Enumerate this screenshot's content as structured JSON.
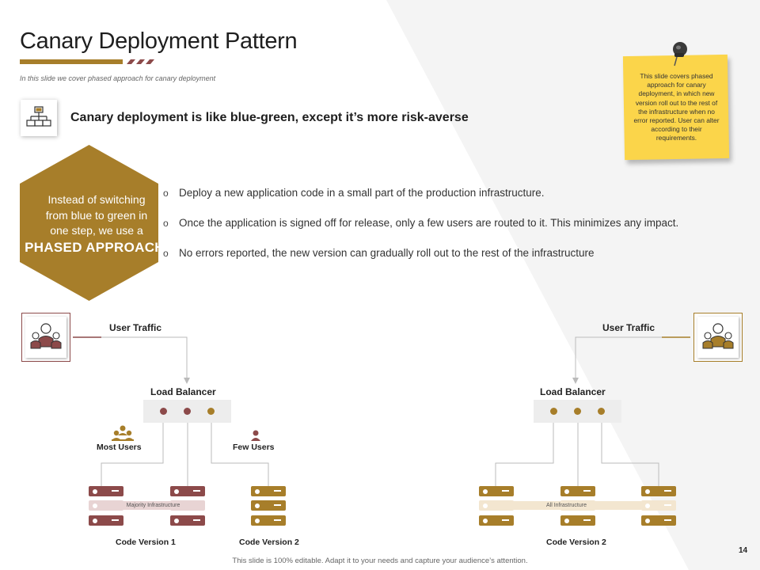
{
  "colors": {
    "gold": "#a77e2a",
    "maroon": "#8c4a4a",
    "note_yellow": "#fbd54a",
    "gray_band": "#ededed"
  },
  "header": {
    "title": "Canary Deployment Pattern",
    "subtitle": "In this slide we cover phased approach for canary deployment"
  },
  "headline": {
    "icon": "network-icon",
    "text": "Canary deployment is like blue-green, except it’s more risk-averse"
  },
  "hexagon": {
    "text": "Instead of switching from blue to green in one step, we use a",
    "emphasis": "PHASED APPROACH."
  },
  "bullets": [
    {
      "marker": "o",
      "text": "Deploy a new application code in a small part of the production infrastructure."
    },
    {
      "marker": "o",
      "text": "Once the application is signed off for release, only a few users are routed to it. This minimizes any impact."
    },
    {
      "marker": "o",
      "text": "No errors reported, the new version can gradually roll out to the rest of the infrastructure"
    }
  ],
  "sticky_note": {
    "icon": "pushpin-icon",
    "text": "This slide covers phased approach for canary deployment, in which new version roll out to the rest of the infrastructure when no error reported. User can alter according to their requirements."
  },
  "left_diagram": {
    "user_traffic": "User Traffic",
    "users_icon": "users-group-icon",
    "load_balancer": "Load Balancer",
    "most_users": "Most Users",
    "few_users": "Few Users",
    "infrastructure_band": "Majority Infrastructure",
    "version_1": "Code Version 1",
    "version_2": "Code Version 2"
  },
  "right_diagram": {
    "user_traffic": "User Traffic",
    "users_icon": "users-group-icon",
    "load_balancer": "Load Balancer",
    "infrastructure_band": "All Infrastructure",
    "version_2": "Code Version 2"
  },
  "footer": {
    "note": "This slide is 100% editable. Adapt it to your needs and capture your audience’s attention.",
    "page_number": "14"
  }
}
